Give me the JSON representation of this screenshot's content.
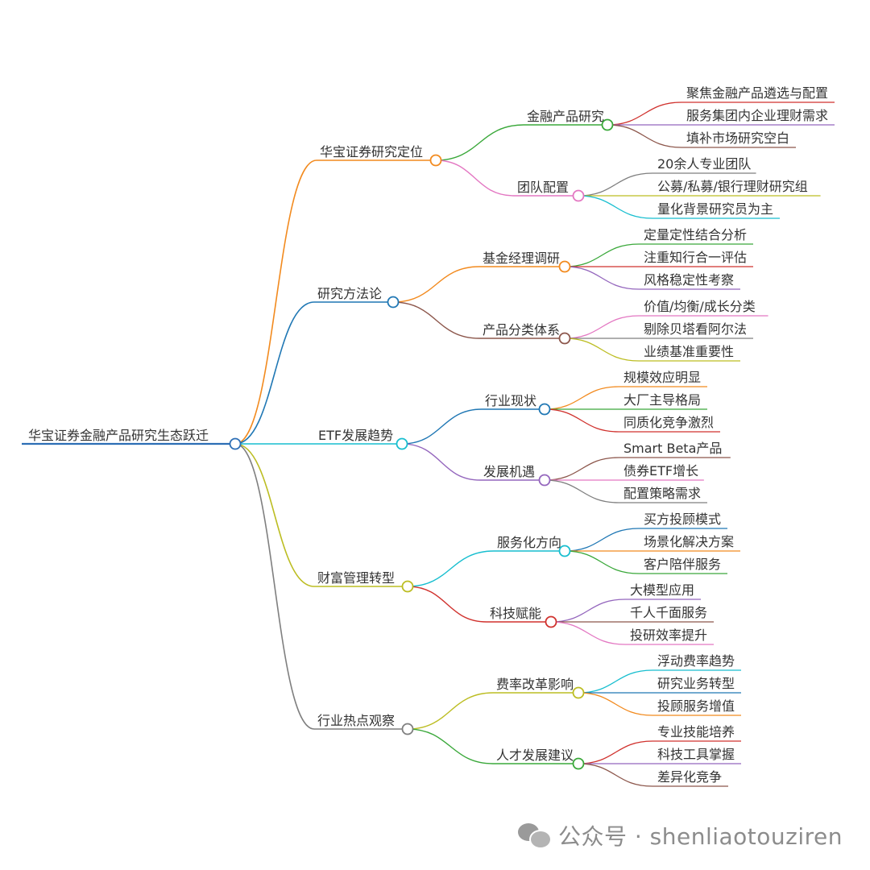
{
  "root": {
    "label": "华宝证券金融产品研究生态跃迁",
    "color": "#2c6eb5",
    "children": [
      {
        "label": "华宝证券研究定位",
        "color": "#f28a1e",
        "children": [
          {
            "label": "金融产品研究",
            "color": "#3aa83a",
            "children": [
              {
                "label": "聚焦金融产品遴选与配置",
                "color": "#d0312d"
              },
              {
                "label": "服务集团内企业理财需求",
                "color": "#9466bd"
              },
              {
                "label": "填补市场研究空白",
                "color": "#8c564b"
              }
            ]
          },
          {
            "label": "团队配置",
            "color": "#e377c2",
            "children": [
              {
                "label": "20余人专业团队",
                "color": "#7f7f7f"
              },
              {
                "label": "公募/私募/银行理财研究组",
                "color": "#bcbd22"
              },
              {
                "label": "量化背景研究员为主",
                "color": "#17becf"
              }
            ]
          }
        ]
      },
      {
        "label": "研究方法论",
        "color": "#1f77b4",
        "children": [
          {
            "label": "基金经理调研",
            "color": "#f28a1e",
            "children": [
              {
                "label": "定量定性结合分析",
                "color": "#3aa83a"
              },
              {
                "label": "注重知行合一评估",
                "color": "#d0312d"
              },
              {
                "label": "风格稳定性考察",
                "color": "#9466bd"
              }
            ]
          },
          {
            "label": "产品分类体系",
            "color": "#8c564b",
            "children": [
              {
                "label": "价值/均衡/成长分类",
                "color": "#e377c2"
              },
              {
                "label": "剔除贝塔看阿尔法",
                "color": "#7f7f7f"
              },
              {
                "label": "业绩基准重要性",
                "color": "#bcbd22"
              }
            ]
          }
        ]
      },
      {
        "label": "ETF发展趋势",
        "color": "#17becf",
        "children": [
          {
            "label": "行业现状",
            "color": "#1f77b4",
            "children": [
              {
                "label": "规模效应明显",
                "color": "#f28a1e"
              },
              {
                "label": "大厂主导格局",
                "color": "#3aa83a"
              },
              {
                "label": "同质化竞争激烈",
                "color": "#d0312d"
              }
            ]
          },
          {
            "label": "发展机遇",
            "color": "#9466bd",
            "children": [
              {
                "label": "Smart Beta产品",
                "color": "#8c564b"
              },
              {
                "label": "债券ETF增长",
                "color": "#e377c2"
              },
              {
                "label": "配置策略需求",
                "color": "#7f7f7f"
              }
            ]
          }
        ]
      },
      {
        "label": "财富管理转型",
        "color": "#bcbd22",
        "children": [
          {
            "label": "服务化方向",
            "color": "#17becf",
            "children": [
              {
                "label": "买方投顾模式",
                "color": "#1f77b4"
              },
              {
                "label": "场景化解决方案",
                "color": "#f28a1e"
              },
              {
                "label": "客户陪伴服务",
                "color": "#3aa83a"
              }
            ]
          },
          {
            "label": "科技赋能",
            "color": "#d0312d",
            "children": [
              {
                "label": "大模型应用",
                "color": "#9466bd"
              },
              {
                "label": "千人千面服务",
                "color": "#8c564b"
              },
              {
                "label": "投研效率提升",
                "color": "#e377c2"
              }
            ]
          }
        ]
      },
      {
        "label": "行业热点观察",
        "color": "#7f7f7f",
        "children": [
          {
            "label": "费率改革影响",
            "color": "#bcbd22",
            "children": [
              {
                "label": "浮动费率趋势",
                "color": "#17becf"
              },
              {
                "label": "研究业务转型",
                "color": "#1f77b4"
              },
              {
                "label": "投顾服务增值",
                "color": "#f28a1e"
              }
            ]
          },
          {
            "label": "人才发展建议",
            "color": "#3aa83a",
            "children": [
              {
                "label": "专业技能培养",
                "color": "#d0312d"
              },
              {
                "label": "科技工具掌握",
                "color": "#9466bd"
              },
              {
                "label": "差异化竞争",
                "color": "#8c564b"
              }
            ]
          }
        ]
      }
    ]
  },
  "watermark": {
    "icon": "wechat-icon",
    "text": "公众号 · shenliaotouziren"
  }
}
